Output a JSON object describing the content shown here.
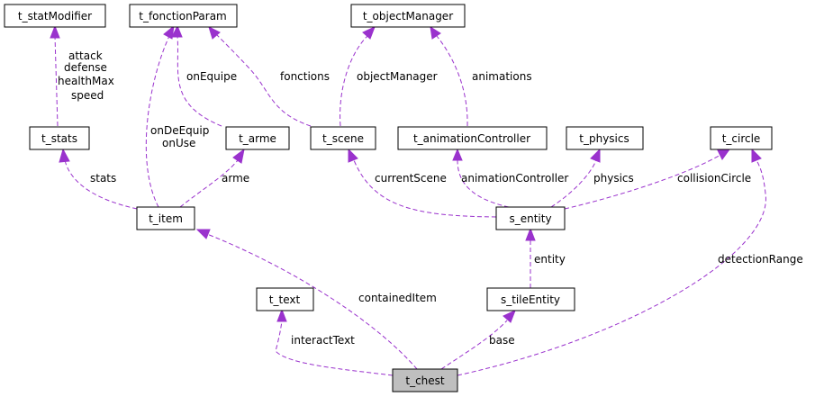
{
  "colors": {
    "edge": "#9a32cd",
    "focus_fill": "#bfbfbf"
  },
  "nodes": {
    "t_statModifier": "t_statModifier",
    "t_fonctionParam": "t_fonctionParam",
    "t_objectManager": "t_objectManager",
    "t_stats": "t_stats",
    "t_arme": "t_arme",
    "t_scene": "t_scene",
    "t_animationController": "t_animationController",
    "t_physics": "t_physics",
    "t_circle": "t_circle",
    "t_item": "t_item",
    "s_entity": "s_entity",
    "t_text": "t_text",
    "s_tileEntity": "s_tileEntity",
    "t_chest": "t_chest"
  },
  "edges": {
    "stats_mods": [
      "attack",
      "defense",
      "healthMax",
      "speed"
    ],
    "onEquipe": "onEquipe",
    "fonctions": "fonctions",
    "objectManager": "objectManager",
    "animations": "animations",
    "onDeEquip": [
      "onDeEquip",
      "onUse"
    ],
    "stats": "stats",
    "arme": "arme",
    "currentScene": "currentScene",
    "animationController": "animationController",
    "physics": "physics",
    "collisionCircle": "collisionCircle",
    "entity": "entity",
    "detectionRange": "detectionRange",
    "containedItem": "containedItem",
    "interactText": "interactText",
    "base": "base"
  }
}
